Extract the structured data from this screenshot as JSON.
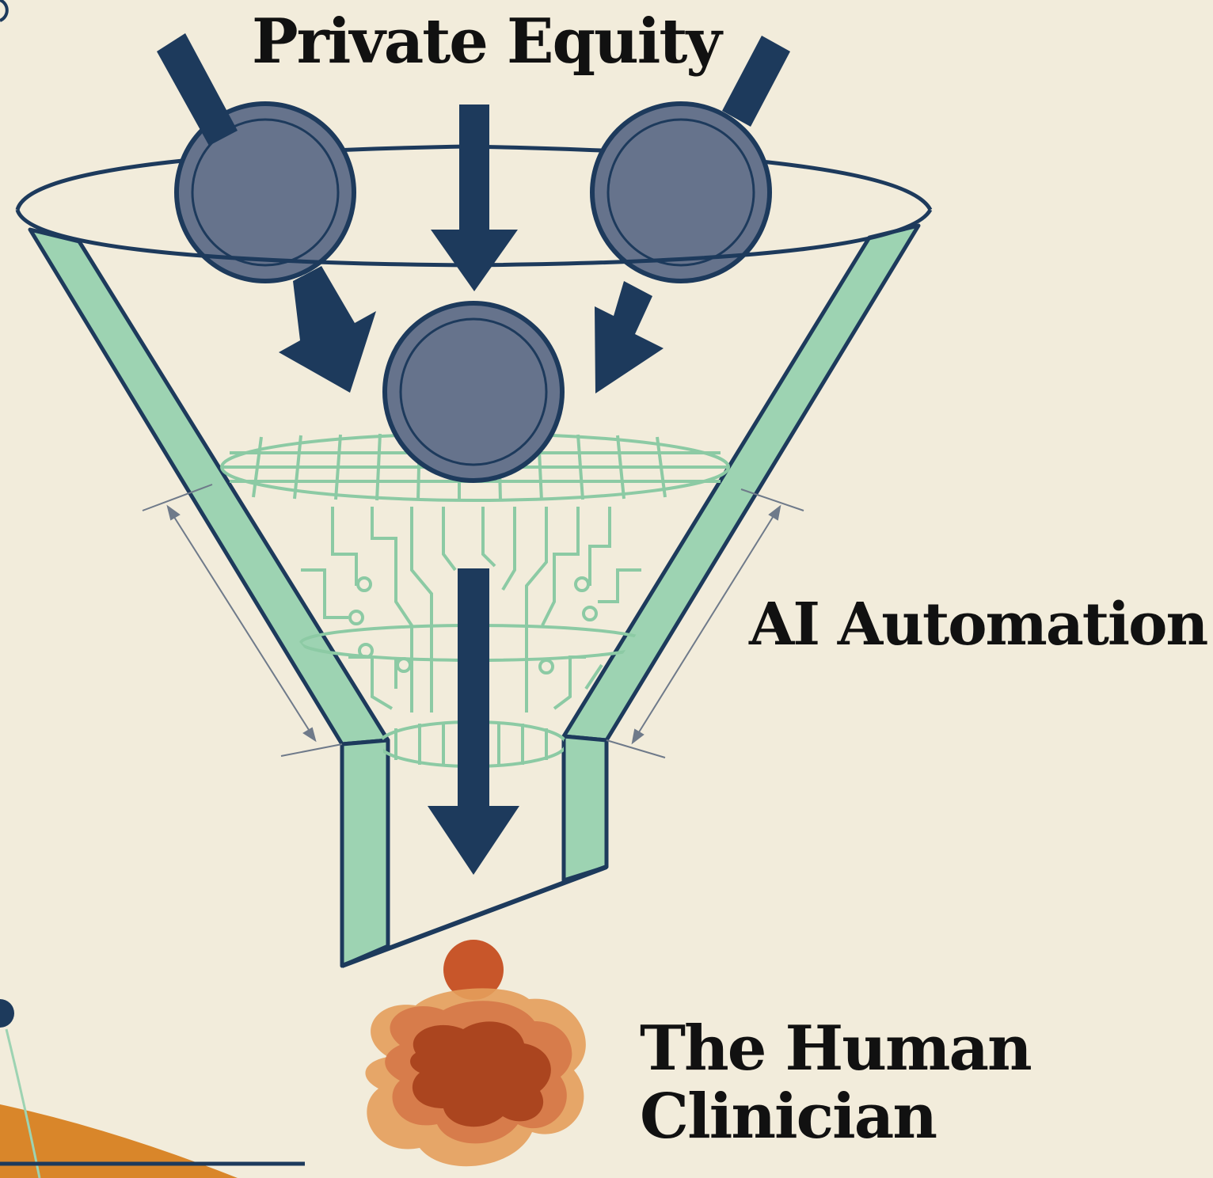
{
  "labels": {
    "top": "Private Equity",
    "middle": "AI Automation",
    "bottom_line1": "The Human",
    "bottom_line2": "Clinician"
  },
  "colors": {
    "background": "#f2ecdb",
    "funnel_green": "#9dd3b2",
    "circuit_green": "#8ccaa4",
    "navy": "#1d3a5c",
    "coin": "#66738c",
    "human_orange": "#c8562a",
    "accent_orange": "#d9862a",
    "text": "#111111"
  },
  "icons": [
    "funnel-icon",
    "coin-icon",
    "arrow-down-icon",
    "circuit-filter-icon",
    "person-icon"
  ]
}
